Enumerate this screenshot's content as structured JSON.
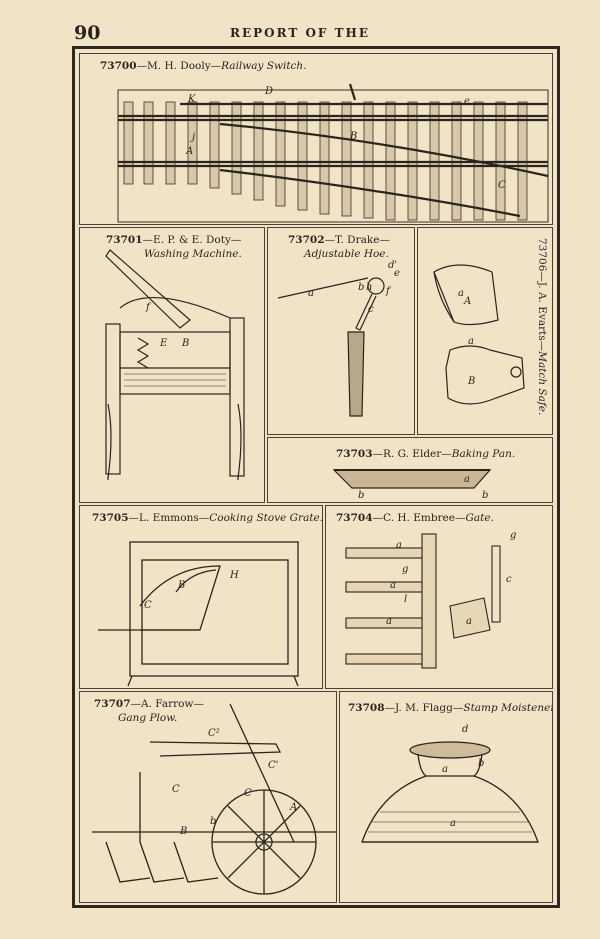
{
  "header": {
    "page_number": "90",
    "running_head": "REPORT OF THE"
  },
  "figures": [
    {
      "num": "73700",
      "inventor": "M. H. Dooly",
      "title": "Railway Switch.",
      "labels": [
        "K",
        "D",
        "e",
        "j",
        "B",
        "A",
        "C"
      ]
    },
    {
      "num": "73701",
      "inventor": "E. P. & E. Doty",
      "title": "Washing Machine.",
      "labels": [
        "f",
        "E",
        "B"
      ]
    },
    {
      "num": "73702",
      "inventor": "T. Drake",
      "title": "Adjustable Hoe.",
      "labels": [
        "d'",
        "e",
        "a",
        "b",
        "h",
        "f",
        "c"
      ]
    },
    {
      "num": "73706",
      "inventor": "J. A. Evarts",
      "title": "Match Safe.",
      "labels": [
        "A",
        "a",
        "B"
      ]
    },
    {
      "num": "73703",
      "inventor": "R. G. Elder",
      "title": "Baking Pan.",
      "labels": [
        "a",
        "b",
        "b"
      ]
    },
    {
      "num": "73705",
      "inventor": "L. Emmons",
      "title": "Cooking Stove Grate.",
      "labels": [
        "B",
        "H",
        "C"
      ]
    },
    {
      "num": "73704",
      "inventor": "C. H. Embree",
      "title": "Gate.",
      "labels": [
        "a",
        "g",
        "a",
        "l",
        "a",
        "g",
        "c",
        "a"
      ]
    },
    {
      "num": "73707",
      "inventor": "A. Farrow",
      "title": "Gang Plow.",
      "labels": [
        "C²",
        "C'",
        "C",
        "C",
        "A",
        "B",
        "b"
      ]
    },
    {
      "num": "73708",
      "inventor": "J. M. Flagg",
      "title": "Stamp Moistener.",
      "labels": [
        "d",
        "a",
        "b",
        "a"
      ]
    }
  ],
  "colors": {
    "paper": "#f1e3c6",
    "ink": "#2b241c"
  }
}
